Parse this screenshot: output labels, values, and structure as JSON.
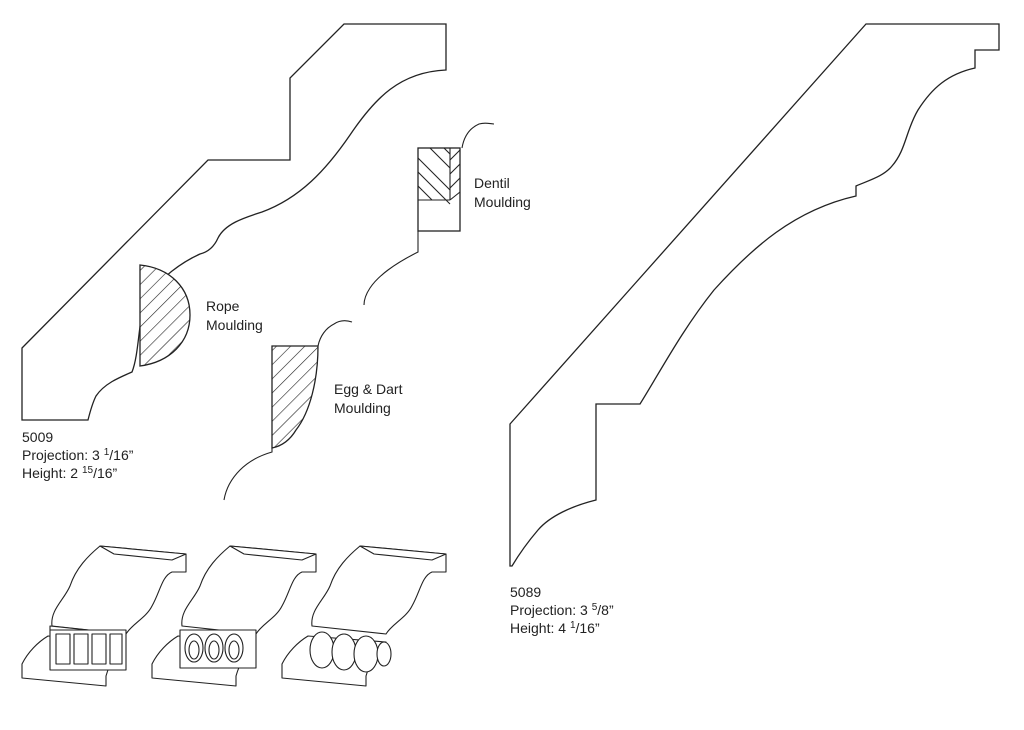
{
  "labels": {
    "rope": [
      "Rope",
      "Moulding"
    ],
    "dentil": [
      "Dentil",
      "Moulding"
    ],
    "egg_dart": [
      "Egg & Dart",
      "Moulding"
    ]
  },
  "profile_5009": {
    "code": "5009",
    "projection_prefix": "Projection: 3 ",
    "projection_num": "1",
    "projection_den": "/16”",
    "height_prefix": "Height: 2 ",
    "height_num": "15",
    "height_den": "/16”"
  },
  "profile_5089": {
    "code": "5089",
    "projection_prefix": "Projection: 3 ",
    "projection_num": "5",
    "projection_den": "/8”",
    "height_prefix": "Height: 4 ",
    "height_num": "1",
    "height_den": "/16”"
  },
  "colors": {
    "line": "#222222",
    "background": "#ffffff"
  }
}
